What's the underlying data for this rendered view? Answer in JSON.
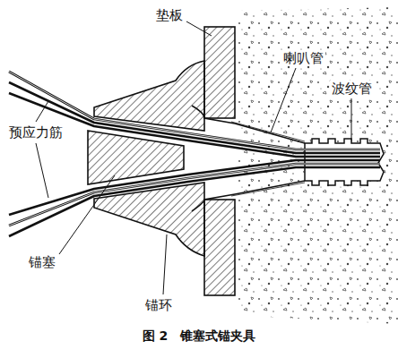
{
  "diagram": {
    "caption": "图 2　锥塞式锚夹具",
    "labels": [
      "垫板",
      "喇叭管",
      "波纹管",
      "预应力筋",
      "锚塞",
      "锚环"
    ]
  }
}
